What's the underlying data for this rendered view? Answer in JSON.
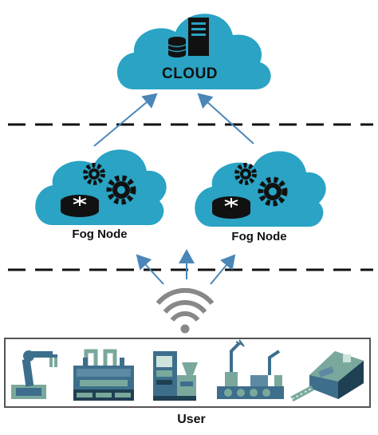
{
  "diagram": {
    "cloud": {
      "label": "CLOUD",
      "icon": "server-database-icon"
    },
    "fog_nodes": [
      {
        "label": "Fog Node",
        "icons": [
          "router-icon",
          "gears-icon"
        ]
      },
      {
        "label": "Fog Node",
        "icons": [
          "router-icon",
          "gears-icon"
        ]
      }
    ],
    "connectivity": {
      "icon": "wifi-icon"
    },
    "user": {
      "label": "User",
      "devices": [
        "robot-arm-icon",
        "industrial-machine-icon",
        "vending-machine-icon",
        "assembly-line-icon",
        "extruder-machine-icon"
      ]
    },
    "colors": {
      "cloud": "#2aa3c4",
      "arrow": "#4a86b8",
      "dash": "#111111",
      "device_blue": "#3d6f8c",
      "device_green": "#7aa89c"
    }
  }
}
